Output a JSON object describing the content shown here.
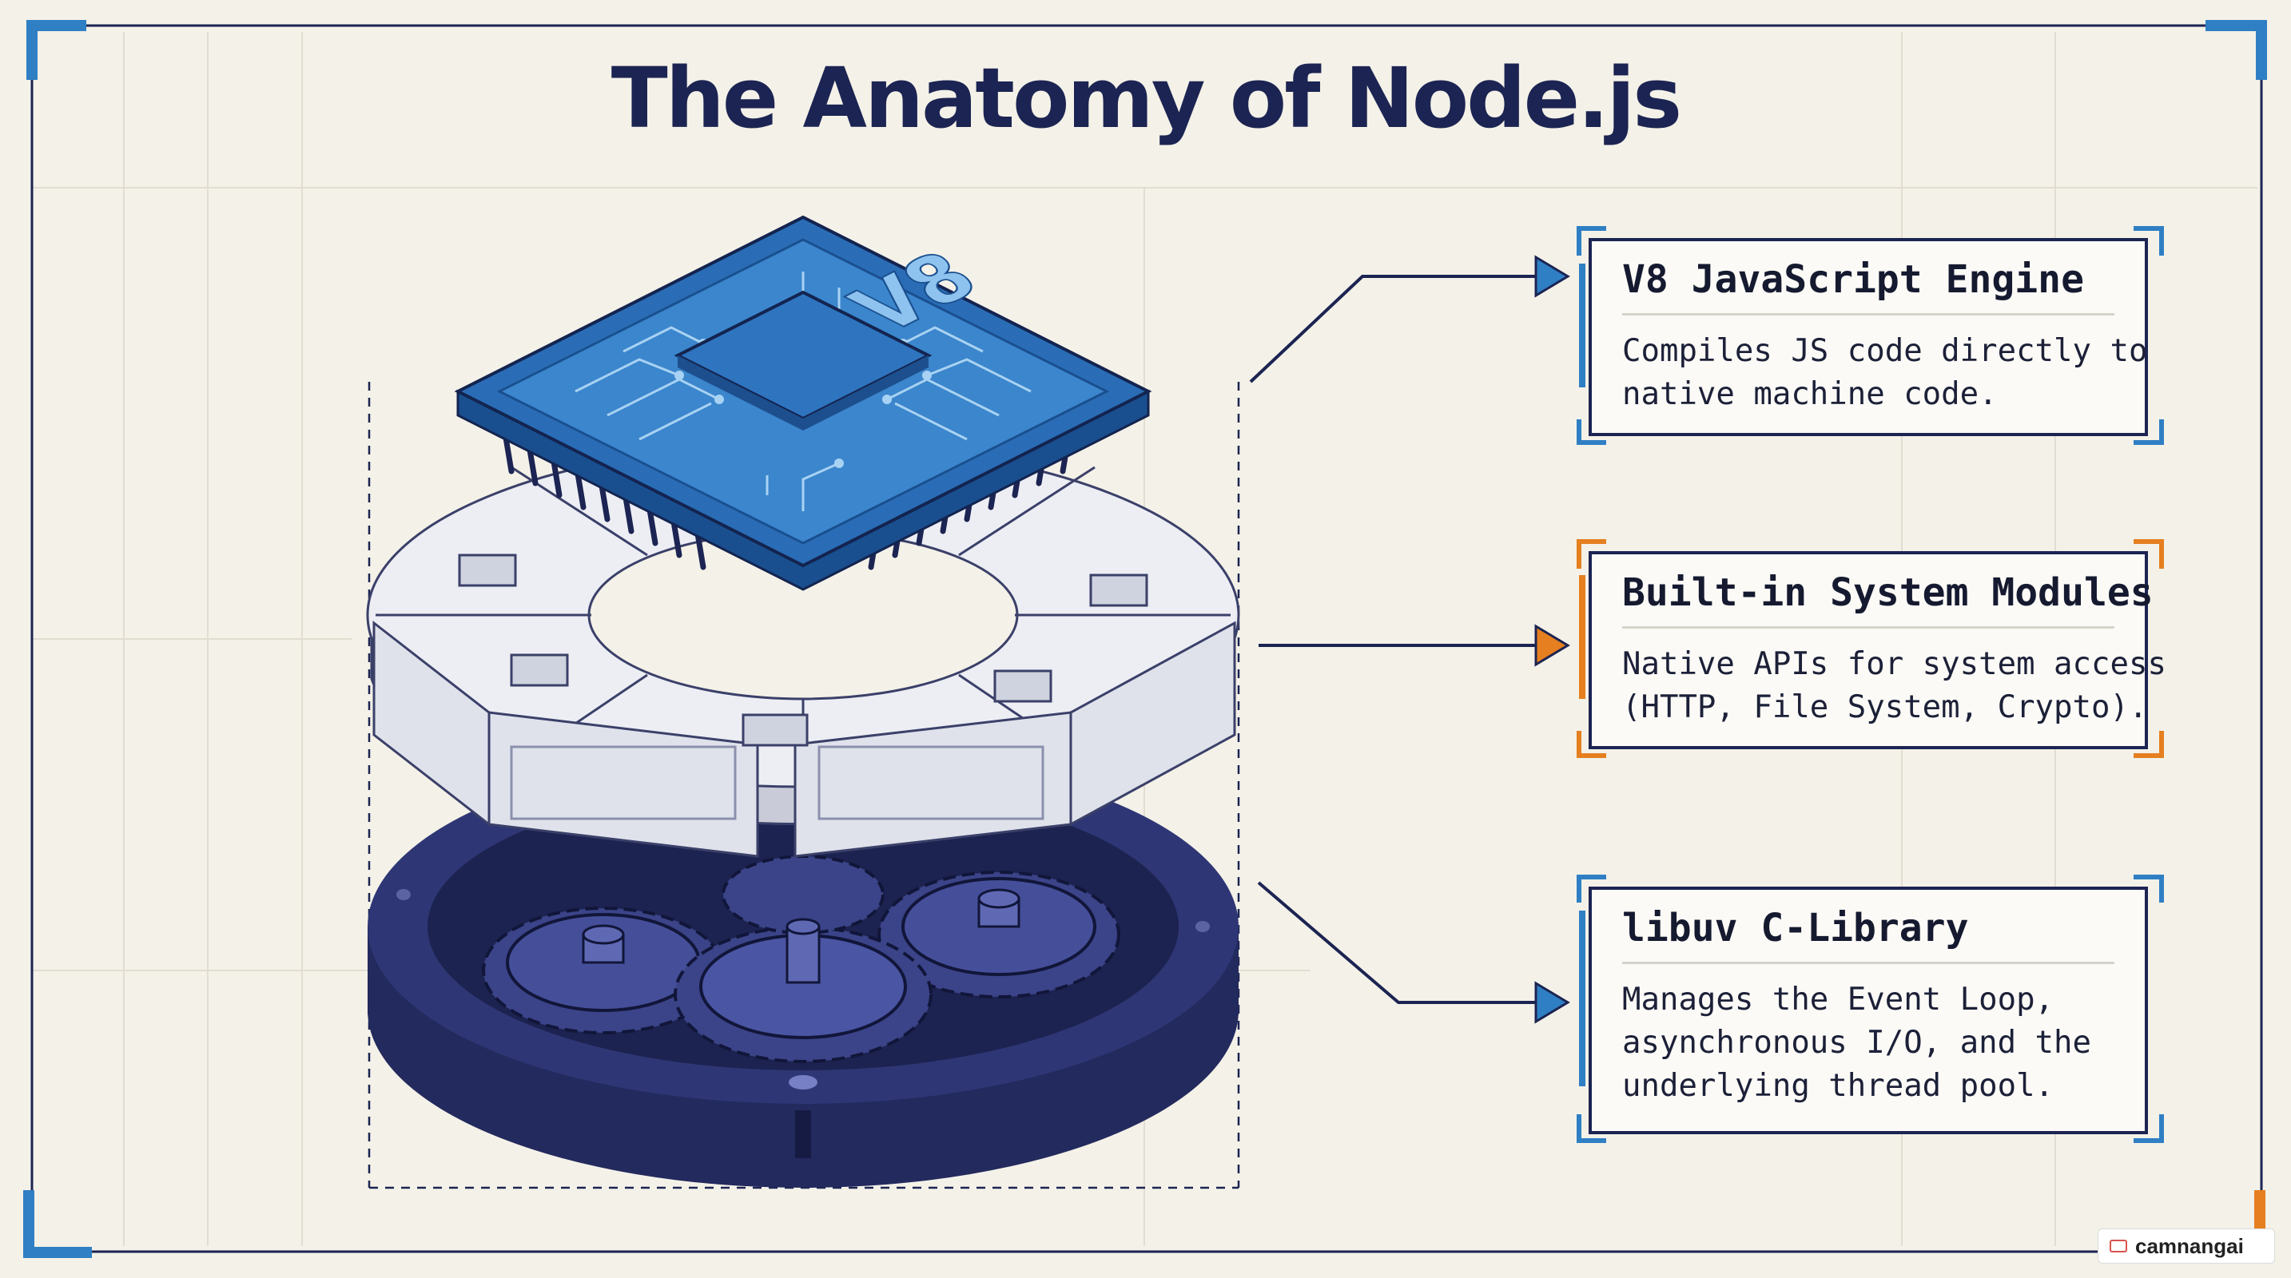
{
  "title": "The Anatomy of Node.js",
  "components": [
    {
      "title": "V8 JavaScript Engine",
      "lines": [
        "Compiles JS code directly to",
        "native machine code."
      ],
      "accent": "#2f7fc4",
      "icon": "cpu-chip-icon"
    },
    {
      "title": "Built-in System Modules",
      "lines": [
        "Native APIs for system access",
        "(HTTP, File System, Crypto)."
      ],
      "accent": "#e57f1f",
      "icon": "module-ring-icon"
    },
    {
      "title": "libuv C-Library",
      "lines": [
        "Manages the Event Loop,",
        "asynchronous I/O, and the",
        "underlying thread pool."
      ],
      "accent": "#2f7fc4",
      "icon": "gears-icon"
    }
  ],
  "chip_label": "V8",
  "watermark": "camnangai",
  "colors": {
    "navy": "#1b2452",
    "blue": "#2f7fc4",
    "orange": "#e57f1f",
    "background": "#f4f1e8"
  }
}
